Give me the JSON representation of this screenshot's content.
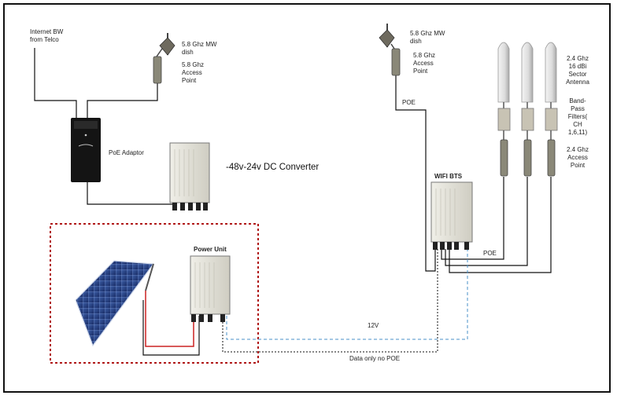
{
  "labels": {
    "internet": "Internet BW\nfrom Telco",
    "dish_left": "5.8 Ghz MW\ndish",
    "ap_left": "5.8 Ghz\nAccess\nPoint",
    "poe_adaptor": "PoE Adaptor",
    "converter": "-48v-24v DC Converter",
    "power_unit": "Power Unit",
    "dish_right": "5.8 Ghz MW\ndish",
    "ap_right": "5.8 Ghz\nAccess\nPoint",
    "poe_top": "POE",
    "wifi_bts": "WIFI BTS",
    "sector_antenna": "2.4 Ghz\n16 dBi\nSector\nAntenna",
    "bandpass": "Band-\nPass\nFilters(\nCH\n1,6,11)",
    "ap_24": "2.4 Ghz\nAccess\nPoint",
    "poe_bottom": "POE",
    "v12": "12V",
    "data_only": "Data only no POE"
  },
  "colors": {
    "frame": "#111111",
    "cable": "#111111",
    "red_cable": "#cc2222",
    "data_cable": "#4a90c8",
    "dashed_box": "#b01818"
  },
  "icons": {
    "dish": "dish-icon",
    "access_point": "access-point-icon",
    "poe_adaptor": "poe-adaptor-icon",
    "enclosure": "enclosure-icon",
    "solar_panel": "solar-panel-icon",
    "sector_antenna": "sector-antenna-icon",
    "bandpass_filter": "bandpass-filter-icon"
  }
}
